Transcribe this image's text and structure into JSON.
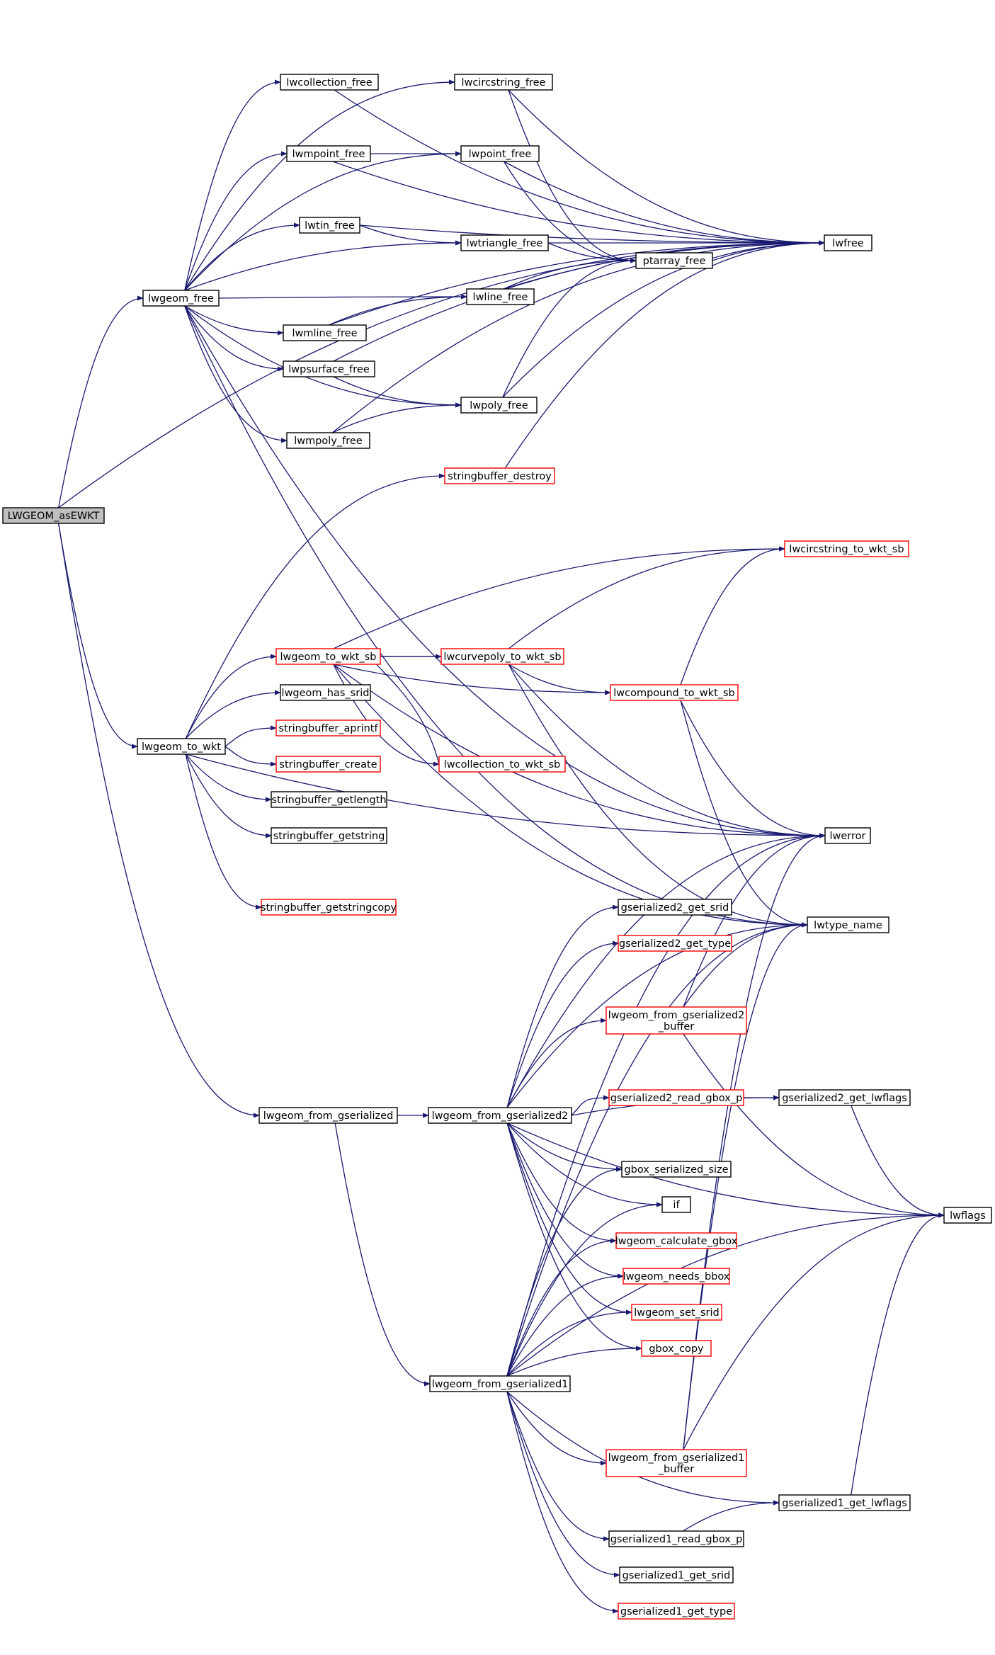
{
  "colors": {
    "edge": "#191970",
    "root_fill": "#bfbfbf",
    "node_fill": "#ffffff",
    "border_black": "#000000",
    "border_red": "#ff0000"
  },
  "nodes": [
    {
      "id": "LWGEOM_asEWKT",
      "lines": [
        "LWGEOM_asEWKT"
      ],
      "root": true,
      "red": false
    },
    {
      "id": "lwgeom_free",
      "lines": [
        "lwgeom_free"
      ],
      "red": false
    },
    {
      "id": "lwgeom_to_wkt",
      "lines": [
        "lwgeom_to_wkt"
      ],
      "red": false
    },
    {
      "id": "lwgeom_from_gserialized",
      "lines": [
        "lwgeom_from_gserialized"
      ],
      "red": false
    },
    {
      "id": "lwcollection_free",
      "lines": [
        "lwcollection_free"
      ],
      "red": false
    },
    {
      "id": "lwcircstring_free",
      "lines": [
        "lwcircstring_free"
      ],
      "red": false
    },
    {
      "id": "lwmpoint_free",
      "lines": [
        "lwmpoint_free"
      ],
      "red": false
    },
    {
      "id": "lwpoint_free",
      "lines": [
        "lwpoint_free"
      ],
      "red": false
    },
    {
      "id": "lwtin_free",
      "lines": [
        "lwtin_free"
      ],
      "red": false
    },
    {
      "id": "lwtriangle_free",
      "lines": [
        "lwtriangle_free"
      ],
      "red": false
    },
    {
      "id": "lwfree",
      "lines": [
        "lwfree"
      ],
      "red": false
    },
    {
      "id": "ptarray_free",
      "lines": [
        "ptarray_free"
      ],
      "red": false
    },
    {
      "id": "lwline_free",
      "lines": [
        "lwline_free"
      ],
      "red": false
    },
    {
      "id": "lwmline_free",
      "lines": [
        "lwmline_free"
      ],
      "red": false
    },
    {
      "id": "lwpsurface_free",
      "lines": [
        "lwpsurface_free"
      ],
      "red": false
    },
    {
      "id": "lwpoly_free",
      "lines": [
        "lwpoly_free"
      ],
      "red": false
    },
    {
      "id": "lwmpoly_free",
      "lines": [
        "lwmpoly_free"
      ],
      "red": false
    },
    {
      "id": "stringbuffer_destroy",
      "lines": [
        "stringbuffer_destroy"
      ],
      "red": true
    },
    {
      "id": "lwcircstring_to_wkt_sb",
      "lines": [
        "lwcircstring_to_wkt_sb"
      ],
      "red": true
    },
    {
      "id": "lwgeom_to_wkt_sb",
      "lines": [
        "lwgeom_to_wkt_sb"
      ],
      "red": true
    },
    {
      "id": "lwcurvepoly_to_wkt_sb",
      "lines": [
        "lwcurvepoly_to_wkt_sb"
      ],
      "red": true
    },
    {
      "id": "lwcompound_to_wkt_sb",
      "lines": [
        "lwcompound_to_wkt_sb"
      ],
      "red": true
    },
    {
      "id": "lwgeom_has_srid",
      "lines": [
        "lwgeom_has_srid"
      ],
      "red": false
    },
    {
      "id": "stringbuffer_aprintf",
      "lines": [
        "stringbuffer_aprintf"
      ],
      "red": true
    },
    {
      "id": "stringbuffer_create",
      "lines": [
        "stringbuffer_create"
      ],
      "red": true
    },
    {
      "id": "lwcollection_to_wkt_sb",
      "lines": [
        "lwcollection_to_wkt_sb"
      ],
      "red": true
    },
    {
      "id": "stringbuffer_getlength",
      "lines": [
        "stringbuffer_getlength"
      ],
      "red": false
    },
    {
      "id": "stringbuffer_getstring",
      "lines": [
        "stringbuffer_getstring"
      ],
      "red": false
    },
    {
      "id": "lwerror",
      "lines": [
        "lwerror"
      ],
      "red": false
    },
    {
      "id": "stringbuffer_getstringcopy",
      "lines": [
        "stringbuffer_getstringcopy"
      ],
      "red": true
    },
    {
      "id": "gserialized2_get_srid",
      "lines": [
        "gserialized2_get_srid"
      ],
      "red": false
    },
    {
      "id": "lwtype_name",
      "lines": [
        "lwtype_name"
      ],
      "red": false
    },
    {
      "id": "gserialized2_get_type",
      "lines": [
        "gserialized2_get_type"
      ],
      "red": true
    },
    {
      "id": "lwgeom_from_gserialized2_buffer",
      "lines": [
        "lwgeom_from_gserialized2",
        "_buffer"
      ],
      "red": true
    },
    {
      "id": "lwgeom_from_gserialized2",
      "lines": [
        "lwgeom_from_gserialized2"
      ],
      "red": false
    },
    {
      "id": "gserialized2_read_gbox_p",
      "lines": [
        "gserialized2_read_gbox_p"
      ],
      "red": true
    },
    {
      "id": "gserialized2_get_lwflags",
      "lines": [
        "gserialized2_get_lwflags"
      ],
      "red": false
    },
    {
      "id": "gbox_serialized_size",
      "lines": [
        "gbox_serialized_size"
      ],
      "red": false
    },
    {
      "id": "if",
      "lines": [
        "if"
      ],
      "red": false
    },
    {
      "id": "lwflags",
      "lines": [
        "lwflags"
      ],
      "red": false
    },
    {
      "id": "lwgeom_calculate_gbox",
      "lines": [
        "lwgeom_calculate_gbox"
      ],
      "red": true
    },
    {
      "id": "lwgeom_needs_bbox",
      "lines": [
        "lwgeom_needs_bbox"
      ],
      "red": true
    },
    {
      "id": "lwgeom_set_srid",
      "lines": [
        "lwgeom_set_srid"
      ],
      "red": true
    },
    {
      "id": "gbox_copy",
      "lines": [
        "gbox_copy"
      ],
      "red": true
    },
    {
      "id": "lwgeom_from_gserialized1",
      "lines": [
        "lwgeom_from_gserialized1"
      ],
      "red": false
    },
    {
      "id": "lwgeom_from_gserialized1_buffer",
      "lines": [
        "lwgeom_from_gserialized1",
        "_buffer"
      ],
      "red": true
    },
    {
      "id": "gserialized1_get_lwflags",
      "lines": [
        "gserialized1_get_lwflags"
      ],
      "red": false
    },
    {
      "id": "gserialized1_read_gbox_p",
      "lines": [
        "gserialized1_read_gbox_p"
      ],
      "red": false
    },
    {
      "id": "gserialized1_get_srid",
      "lines": [
        "gserialized1_get_srid"
      ],
      "red": false
    },
    {
      "id": "gserialized1_get_type",
      "lines": [
        "gserialized1_get_type"
      ],
      "red": true
    }
  ],
  "edges": [
    [
      "LWGEOM_asEWKT",
      "lwfree"
    ],
    [
      "LWGEOM_asEWKT",
      "lwgeom_free"
    ],
    [
      "LWGEOM_asEWKT",
      "lwgeom_to_wkt"
    ],
    [
      "LWGEOM_asEWKT",
      "lwgeom_from_gserialized"
    ],
    [
      "lwgeom_free",
      "lwcollection_free"
    ],
    [
      "lwgeom_free",
      "lwcircstring_free"
    ],
    [
      "lwgeom_free",
      "lwmpoint_free"
    ],
    [
      "lwgeom_free",
      "lwpoint_free"
    ],
    [
      "lwgeom_free",
      "lwtin_free"
    ],
    [
      "lwgeom_free",
      "lwtriangle_free"
    ],
    [
      "lwgeom_free",
      "lwline_free"
    ],
    [
      "lwgeom_free",
      "lwmline_free"
    ],
    [
      "lwgeom_free",
      "lwpsurface_free"
    ],
    [
      "lwgeom_free",
      "lwpoly_free"
    ],
    [
      "lwgeom_free",
      "lwmpoly_free"
    ],
    [
      "lwgeom_free",
      "lwerror"
    ],
    [
      "lwgeom_free",
      "lwtype_name"
    ],
    [
      "lwcollection_free",
      "lwfree"
    ],
    [
      "lwcircstring_free",
      "lwfree"
    ],
    [
      "lwcircstring_free",
      "ptarray_free"
    ],
    [
      "lwmpoint_free",
      "lwpoint_free"
    ],
    [
      "lwmpoint_free",
      "lwfree"
    ],
    [
      "lwpoint_free",
      "lwfree"
    ],
    [
      "lwpoint_free",
      "ptarray_free"
    ],
    [
      "lwtin_free",
      "lwtriangle_free"
    ],
    [
      "lwtin_free",
      "lwfree"
    ],
    [
      "lwtriangle_free",
      "lwfree"
    ],
    [
      "lwtriangle_free",
      "ptarray_free"
    ],
    [
      "ptarray_free",
      "lwfree"
    ],
    [
      "lwline_free",
      "lwfree"
    ],
    [
      "lwline_free",
      "ptarray_free"
    ],
    [
      "lwmline_free",
      "lwline_free"
    ],
    [
      "lwmline_free",
      "lwfree"
    ],
    [
      "lwpsurface_free",
      "lwpoly_free"
    ],
    [
      "lwpsurface_free",
      "lwfree"
    ],
    [
      "lwpoly_free",
      "lwfree"
    ],
    [
      "lwpoly_free",
      "ptarray_free"
    ],
    [
      "lwmpoly_free",
      "lwpoly_free"
    ],
    [
      "lwmpoly_free",
      "lwfree"
    ],
    [
      "stringbuffer_destroy",
      "lwfree"
    ],
    [
      "lwgeom_to_wkt",
      "stringbuffer_destroy"
    ],
    [
      "lwgeom_to_wkt",
      "lwgeom_to_wkt_sb"
    ],
    [
      "lwgeom_to_wkt",
      "lwgeom_has_srid"
    ],
    [
      "lwgeom_to_wkt",
      "stringbuffer_aprintf"
    ],
    [
      "lwgeom_to_wkt",
      "stringbuffer_create"
    ],
    [
      "lwgeom_to_wkt",
      "stringbuffer_getlength"
    ],
    [
      "lwgeom_to_wkt",
      "stringbuffer_getstring"
    ],
    [
      "lwgeom_to_wkt",
      "lwerror"
    ],
    [
      "lwgeom_to_wkt",
      "stringbuffer_getstringcopy"
    ],
    [
      "lwgeom_to_wkt_sb",
      "lwcircstring_to_wkt_sb"
    ],
    [
      "lwgeom_to_wkt_sb",
      "lwcurvepoly_to_wkt_sb"
    ],
    [
      "lwgeom_to_wkt_sb",
      "lwcompound_to_wkt_sb"
    ],
    [
      "lwgeom_to_wkt_sb",
      "lwcollection_to_wkt_sb"
    ],
    [
      "lwgeom_to_wkt_sb",
      "lwerror"
    ],
    [
      "lwgeom_to_wkt_sb",
      "lwtype_name"
    ],
    [
      "lwcurvepoly_to_wkt_sb",
      "lwcircstring_to_wkt_sb"
    ],
    [
      "lwcurvepoly_to_wkt_sb",
      "lwcompound_to_wkt_sb"
    ],
    [
      "lwcurvepoly_to_wkt_sb",
      "lwgeom_to_wkt_sb"
    ],
    [
      "lwcurvepoly_to_wkt_sb",
      "lwerror"
    ],
    [
      "lwcurvepoly_to_wkt_sb",
      "lwtype_name"
    ],
    [
      "lwcompound_to_wkt_sb",
      "lwcircstring_to_wkt_sb"
    ],
    [
      "lwcompound_to_wkt_sb",
      "lwerror"
    ],
    [
      "lwcompound_to_wkt_sb",
      "lwtype_name"
    ],
    [
      "lwcollection_to_wkt_sb",
      "lwgeom_to_wkt_sb"
    ],
    [
      "lwgeom_from_gserialized",
      "lwgeom_from_gserialized2"
    ],
    [
      "lwgeom_from_gserialized",
      "lwgeom_from_gserialized1"
    ],
    [
      "lwgeom_from_gserialized2",
      "lwerror"
    ],
    [
      "lwgeom_from_gserialized2",
      "gserialized2_get_srid"
    ],
    [
      "lwgeom_from_gserialized2",
      "gserialized2_get_type"
    ],
    [
      "lwgeom_from_gserialized2",
      "lwtype_name"
    ],
    [
      "lwgeom_from_gserialized2",
      "lwgeom_from_gserialized2_buffer"
    ],
    [
      "lwgeom_from_gserialized2",
      "gserialized2_read_gbox_p"
    ],
    [
      "lwgeom_from_gserialized2",
      "gserialized2_get_lwflags"
    ],
    [
      "lwgeom_from_gserialized2",
      "gbox_serialized_size"
    ],
    [
      "lwgeom_from_gserialized2",
      "if"
    ],
    [
      "lwgeom_from_gserialized2",
      "lwflags"
    ],
    [
      "lwgeom_from_gserialized2",
      "lwgeom_calculate_gbox"
    ],
    [
      "lwgeom_from_gserialized2",
      "lwgeom_needs_bbox"
    ],
    [
      "lwgeom_from_gserialized2",
      "lwgeom_set_srid"
    ],
    [
      "lwgeom_from_gserialized2",
      "gbox_copy"
    ],
    [
      "lwgeom_from_gserialized2_buffer",
      "lwerror"
    ],
    [
      "lwgeom_from_gserialized2_buffer",
      "lwtype_name"
    ],
    [
      "lwgeom_from_gserialized2_buffer",
      "lwflags"
    ],
    [
      "gserialized2_read_gbox_p",
      "gserialized2_get_lwflags"
    ],
    [
      "gserialized2_get_lwflags",
      "lwflags"
    ],
    [
      "lwgeom_from_gserialized1",
      "gbox_serialized_size"
    ],
    [
      "lwgeom_from_gserialized1",
      "if"
    ],
    [
      "lwgeom_from_gserialized1",
      "lwgeom_calculate_gbox"
    ],
    [
      "lwgeom_from_gserialized1",
      "lwgeom_needs_bbox"
    ],
    [
      "lwgeom_from_gserialized1",
      "lwgeom_set_srid"
    ],
    [
      "lwgeom_from_gserialized1",
      "gbox_copy"
    ],
    [
      "lwgeom_from_gserialized1",
      "lwerror"
    ],
    [
      "lwgeom_from_gserialized1",
      "lwtype_name"
    ],
    [
      "lwgeom_from_gserialized1",
      "lwgeom_from_gserialized1_buffer"
    ],
    [
      "lwgeom_from_gserialized1",
      "gserialized1_get_lwflags"
    ],
    [
      "lwgeom_from_gserialized1",
      "gserialized1_read_gbox_p"
    ],
    [
      "lwgeom_from_gserialized1",
      "gserialized1_get_srid"
    ],
    [
      "lwgeom_from_gserialized1",
      "gserialized1_get_type"
    ],
    [
      "lwgeom_from_gserialized1",
      "lwflags"
    ],
    [
      "lwgeom_from_gserialized1_buffer",
      "lwerror"
    ],
    [
      "lwgeom_from_gserialized1_buffer",
      "lwtype_name"
    ],
    [
      "lwgeom_from_gserialized1_buffer",
      "lwflags"
    ],
    [
      "gserialized1_read_gbox_p",
      "gserialized1_get_lwflags"
    ],
    [
      "gserialized1_get_lwflags",
      "lwflags"
    ]
  ]
}
